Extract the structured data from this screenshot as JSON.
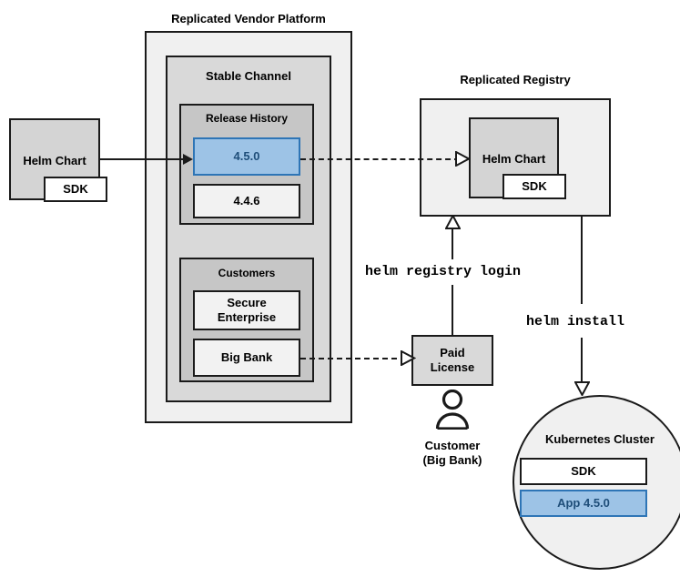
{
  "diagram": {
    "title_platform": "Replicated Vendor Platform",
    "title_registry": "Replicated Registry"
  },
  "source_chart": {
    "label": "Helm Chart",
    "sdk_label": "SDK"
  },
  "platform": {
    "label": "Replicated Vendor Platform",
    "channel": {
      "label": "Stable Channel",
      "release_history": {
        "label": "Release History",
        "releases": [
          {
            "version": "4.5.0",
            "highlighted": true
          },
          {
            "version": "4.4.6",
            "highlighted": false
          }
        ]
      },
      "customers": {
        "label": "Customers",
        "entries": [
          {
            "name": "Secure\nEnterprise"
          },
          {
            "name": "Big Bank"
          }
        ]
      }
    }
  },
  "registry": {
    "label": "Replicated Registry",
    "chart": {
      "label": "Helm Chart",
      "sdk_label": "SDK"
    }
  },
  "license": {
    "label": "Paid\nLicense"
  },
  "customer_actor": {
    "label": "Customer\n(Big Bank)",
    "icon": "person-icon"
  },
  "cluster": {
    "label": "Kubernetes Cluster",
    "components": [
      {
        "name": "SDK",
        "highlighted": false
      },
      {
        "name": "App 4.5.0",
        "highlighted": true
      }
    ]
  },
  "commands": {
    "registry_login": "helm registry login",
    "install": "helm install"
  },
  "colors": {
    "accent_blue_fill": "#9dc3e6",
    "accent_blue_border": "#2e75b6",
    "accent_blue_text": "#1f4e79",
    "stroke": "#1a1a1a",
    "platform_fill": "#f0f0f0",
    "channel_fill": "#d9d9d9",
    "group_fill": "#c6c6c6",
    "item_fill": "#f2f2f2"
  }
}
